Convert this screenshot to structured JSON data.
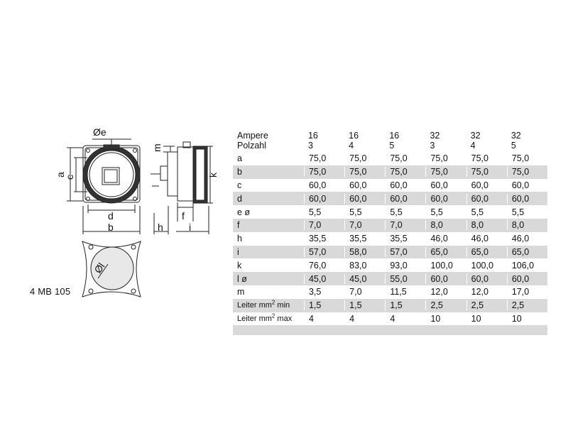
{
  "model": "4 MB 105",
  "drawing_labels": {
    "oe": "Øe",
    "a": "a",
    "c": "c",
    "d": "d",
    "b": "b",
    "m": "m",
    "k": "k",
    "f": "f",
    "h": "h",
    "i": "i",
    "ol": "Øl"
  },
  "table": {
    "header": {
      "label1": "Ampere",
      "label2": "Polzahl",
      "ampere": [
        "16",
        "16",
        "16",
        "32",
        "32",
        "32"
      ],
      "polzahl": [
        "3",
        "4",
        "5",
        "3",
        "4",
        "5"
      ]
    },
    "rows": [
      {
        "label": "a",
        "values": [
          "75,0",
          "75,0",
          "75,0",
          "75,0",
          "75,0",
          "75,0"
        ]
      },
      {
        "label": "b",
        "values": [
          "75,0",
          "75,0",
          "75,0",
          "75,0",
          "75,0",
          "75,0"
        ]
      },
      {
        "label": "c",
        "values": [
          "60,0",
          "60,0",
          "60,0",
          "60,0",
          "60,0",
          "60,0"
        ]
      },
      {
        "label": "d",
        "values": [
          "60,0",
          "60,0",
          "60,0",
          "60,0",
          "60,0",
          "60,0"
        ]
      },
      {
        "label": "e ø",
        "values": [
          "5,5",
          "5,5",
          "5,5",
          "5,5",
          "5,5",
          "5,5"
        ]
      },
      {
        "label": "f",
        "values": [
          "7,0",
          "7,0",
          "7,0",
          "8,0",
          "8,0",
          "8,0"
        ]
      },
      {
        "label": "h",
        "values": [
          "35,5",
          "35,5",
          "35,5",
          "46,0",
          "46,0",
          "46,0"
        ]
      },
      {
        "label": "i",
        "values": [
          "57,0",
          "58,0",
          "57,0",
          "65,0",
          "65,0",
          "65,0"
        ]
      },
      {
        "label": "k",
        "values": [
          "76,0",
          "83,0",
          "93,0",
          "100,0",
          "100,0",
          "106,0"
        ]
      },
      {
        "label": "l ø",
        "values": [
          "45,0",
          "45,0",
          "55,0",
          "60,0",
          "60,0",
          "60,0"
        ]
      },
      {
        "label": "m",
        "values": [
          "3,5",
          "7,0",
          "11,5",
          "12,0",
          "12,0",
          "17,0"
        ]
      }
    ],
    "leiter_min": {
      "label_pre": "Leiter mm",
      "sup": "2",
      "label_post": " min",
      "values": [
        "1,5",
        "1,5",
        "1,5",
        "2,5",
        "2,5",
        "2,5"
      ]
    },
    "leiter_max": {
      "label_pre": "Leiter mm",
      "sup": "2",
      "label_post": " max",
      "values": [
        "4",
        "4",
        "4",
        "10",
        "10",
        "10"
      ]
    }
  }
}
